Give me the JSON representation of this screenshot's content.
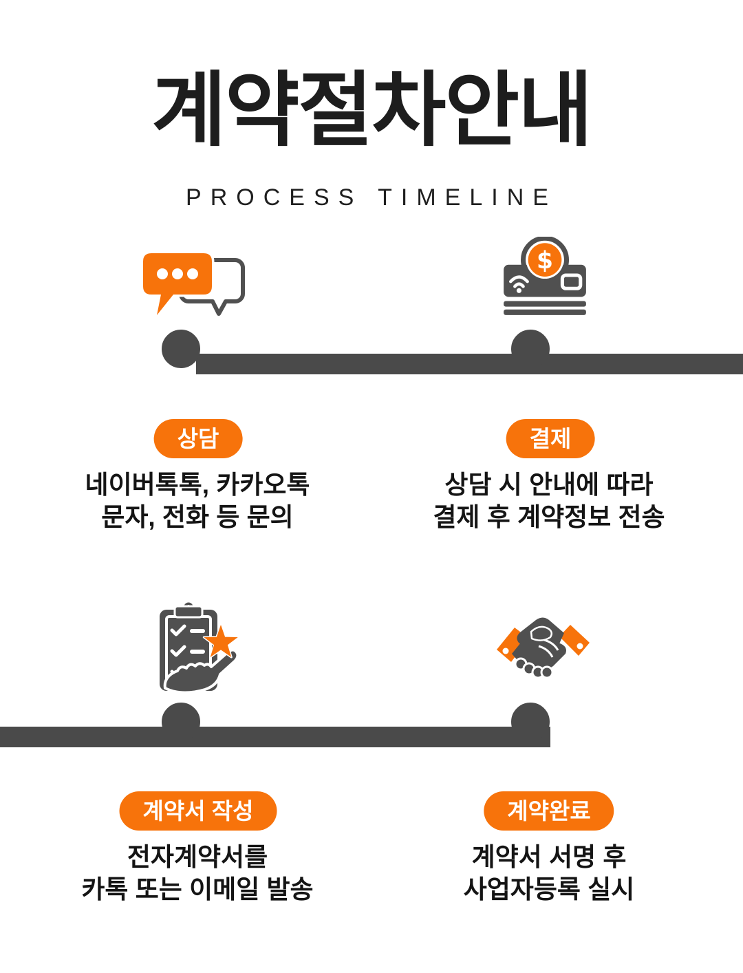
{
  "header": {
    "title": "계약절차안내",
    "subtitle": "PROCESS TIMELINE"
  },
  "colors": {
    "accent_orange": "#F7730B",
    "timeline_gray": "#4A4A4A",
    "icon_gray": "#505050",
    "text_dark": "#141414"
  },
  "steps": [
    {
      "label": "상담",
      "icon": "chat-bubbles-icon",
      "desc": [
        "네이버톡톡, 카카오톡",
        "문자, 전화 등 문의"
      ]
    },
    {
      "label": "결제",
      "icon": "payment-card-icon",
      "desc": [
        "상담 시 안내에 따라",
        "결제 후 계약정보 전송"
      ]
    },
    {
      "label": "계약서 작성",
      "icon": "contract-clipboard-icon",
      "desc": [
        "전자계약서를",
        "카톡 또는 이메일 발송"
      ]
    },
    {
      "label": "계약완료",
      "icon": "handshake-icon",
      "desc": [
        "계약서 서명 후",
        "사업자등록 실시"
      ]
    }
  ]
}
